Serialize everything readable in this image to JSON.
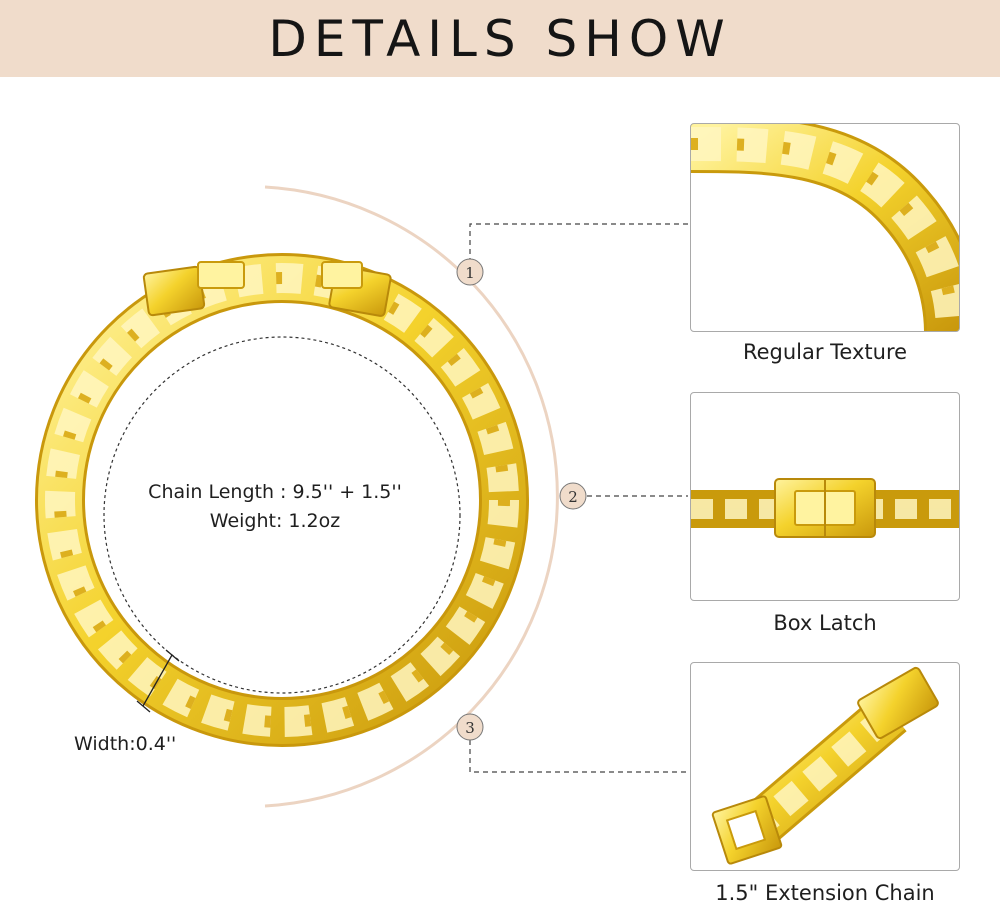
{
  "banner": {
    "title": "DETAILS SHOW"
  },
  "specs": {
    "chain_length": "Chain Length : 9.5'' + 1.5''",
    "weight": "Weight: 1.2oz",
    "width": "Width:0.4''"
  },
  "markers": [
    "1",
    "2",
    "3"
  ],
  "details": [
    {
      "caption": "Regular Texture"
    },
    {
      "caption": "Box Latch"
    },
    {
      "caption": "1.5\" Extension Chain"
    }
  ],
  "colors": {
    "banner": "#f0dccb",
    "arc": "#ecd4c2",
    "gold": "#f2cf2a",
    "gold_dark": "#c99a0c",
    "gold_light": "#fff19a"
  }
}
